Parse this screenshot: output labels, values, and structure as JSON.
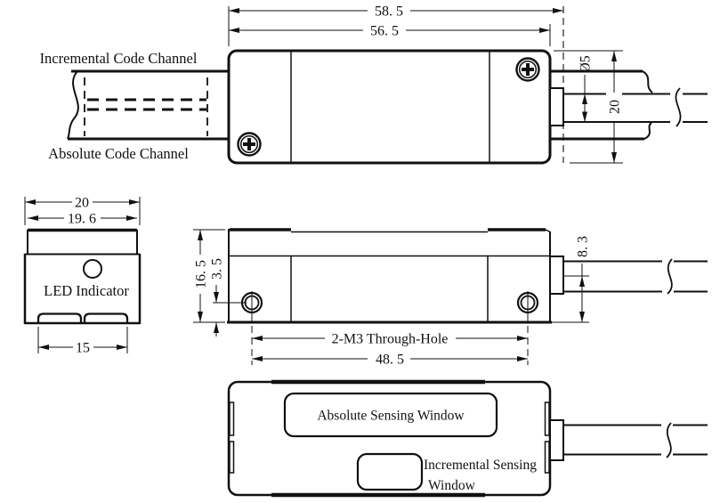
{
  "drawing": {
    "title": "Sensor read head dimension drawing",
    "background": "#ffffff",
    "ink_color": "#111111",
    "top_view": {
      "dim_total_length": "58. 5",
      "dim_body_length": "56. 5",
      "dim_cable_diameter": "Ø5",
      "dim_body_width": "20",
      "label_incremental_channel": "Incremental Code Channel",
      "label_absolute_channel": "Absolute Code Channel"
    },
    "front_view": {
      "dim_width": "20",
      "dim_cap_width": "19. 6",
      "dim_window_span": "15",
      "label_led": "LED Indicator"
    },
    "side_view": {
      "dim_height": "16. 5",
      "dim_hole_offset": "3. 5",
      "dim_hole_pitch": "48. 5",
      "dim_cable_center": "8. 3",
      "label_holes": "2-M3 Through-Hole"
    },
    "bottom_view": {
      "label_absolute_window": "Absolute Sensing Window",
      "label_incremental_window_line1": "Incremental Sensing",
      "label_incremental_window_line2": "Window"
    }
  }
}
